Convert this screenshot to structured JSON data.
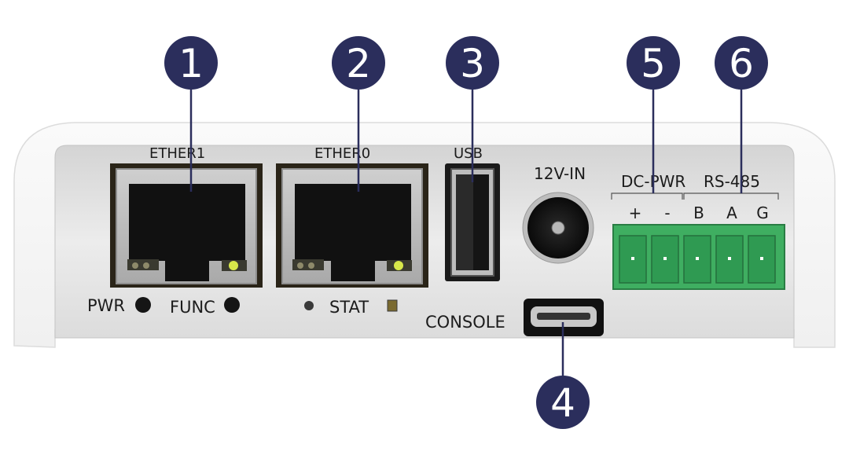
{
  "callouts": [
    "1",
    "2",
    "3",
    "4",
    "5",
    "6"
  ],
  "labels": {
    "ether1": "ETHER1",
    "ether0": "ETHER0",
    "usb": "USB",
    "power_in": "12V-IN",
    "dc_pwr": "DC-PWR",
    "rs485": "RS-485",
    "pwr": "PWR",
    "func": "FUNC",
    "stat": "STAT",
    "console": "CONSOLE"
  },
  "terminals": [
    "+",
    "-",
    "B",
    "A",
    "G"
  ],
  "colors": {
    "callout_fill": "#2b2e5c",
    "leader_line": "#2b2e5c",
    "terminal_block": "#3fae61",
    "led_green": "#d8e84a"
  }
}
